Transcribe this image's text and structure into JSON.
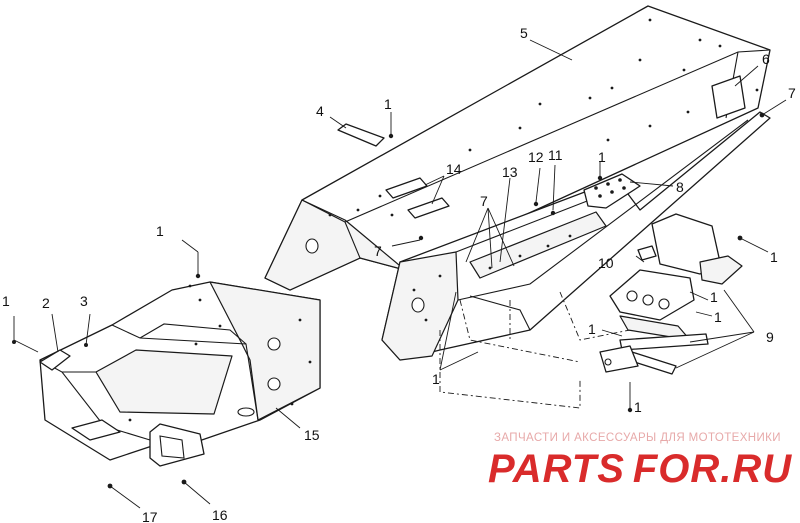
{
  "diagram": {
    "callouts": {
      "c1_top": "1",
      "c1_left": "1",
      "c1_tunnel": "1",
      "c1_mid": "1",
      "c1_bracket": "1",
      "c1_right_top": "1",
      "c1_right_mid": "1",
      "c1_right_low": "1",
      "c1_bottom": "1",
      "c2": "2",
      "c3": "3",
      "c4": "4",
      "c5": "5",
      "c6": "6",
      "c7_right": "7",
      "c7_mid": "7",
      "c7_left": "7",
      "c8": "8",
      "c9": "9",
      "c10": "10",
      "c11": "11",
      "c12": "12",
      "c13": "13",
      "c14": "14",
      "c15": "15",
      "c16": "16",
      "c17": "17"
    }
  },
  "watermark": {
    "caption": "ЗАПЧАСТИ И АКСЕССУАРЫ ДЛЯ МОТОТЕХНИКИ",
    "logo_left": "PARTS",
    "logo_right": "FOR.RU",
    "color_primary": "#d92b2b",
    "color_light": "#e7a9a9"
  }
}
